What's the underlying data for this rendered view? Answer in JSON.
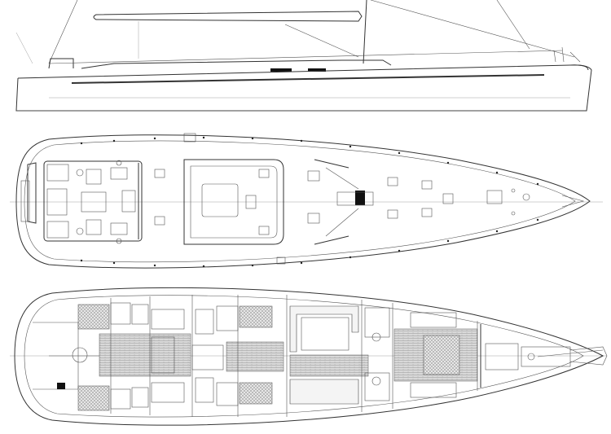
{
  "drawing": {
    "views": [
      {
        "id": "profile",
        "label": ""
      },
      {
        "id": "deck-plan",
        "label": ""
      },
      {
        "id": "accommodation-plan",
        "label": ""
      }
    ],
    "colors": {
      "line": "#333333",
      "background": "#ffffff",
      "fill_dark": "#111111"
    },
    "tiny_labels": {
      "galley_note": "",
      "table_note": ""
    }
  }
}
